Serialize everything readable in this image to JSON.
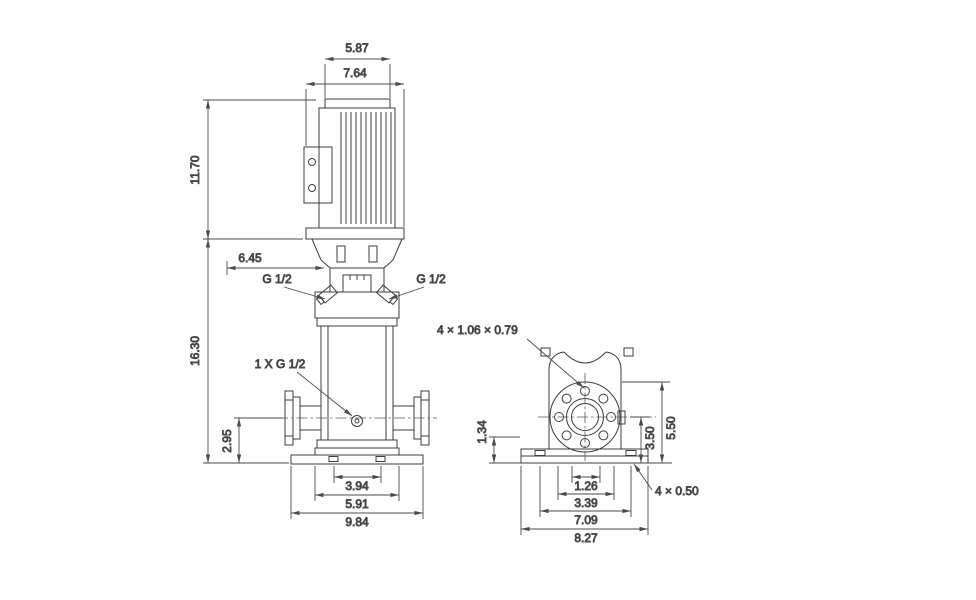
{
  "front": {
    "top_width": "5.87",
    "flange_width": "7.64",
    "motor_height": "11.70",
    "head_offset": "6.45",
    "port_left": "G 1/2",
    "port_right": "G 1/2",
    "pump_height": "16.30",
    "drain_port": "1 X G 1/2",
    "port_height": "2.95",
    "bolt_span": "3.94",
    "pedestal_width": "5.91",
    "base_width": "9.84"
  },
  "side": {
    "slot_note": "4 × 1.06  × 0.79",
    "foot_height": "1.34",
    "center_height": "3.50",
    "flange_top_height": "5.50",
    "span_inner": "1.26",
    "span_mid": "3.39",
    "slot_span": "7.09",
    "base_width": "8.27",
    "hole_note": "4  × 0.50"
  },
  "style": {
    "line_color": "#3c3c3c",
    "dim_color": "#4a4a4a",
    "text_color": "#1c1c1c",
    "background": "#ffffff"
  }
}
